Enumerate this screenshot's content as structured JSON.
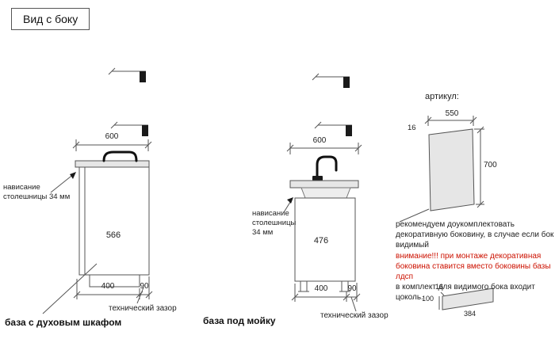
{
  "title": "Вид с боку",
  "left_cabinet": {
    "label": "база с духовым шкафом",
    "dim_top": "600",
    "overhang": "нависание\nстолешницы 34 мм",
    "dim_inner": "566",
    "dim_bottom_main": "400",
    "dim_bottom_gap": "90",
    "gap_label": "технический зазор"
  },
  "middle_cabinet": {
    "label": "база под мойку",
    "dim_top": "600",
    "overhang": "нависание\nстолешницы\n34 мм",
    "dim_inner": "476",
    "dim_bottom_main": "400",
    "dim_bottom_gap": "90",
    "gap_label": "технический зазор"
  },
  "side_panel": {
    "heading": "артикул:",
    "dim_width": "550",
    "dim_thickness": "16",
    "dim_height": "700",
    "note_black_1": "рекомендуем доукомплектовать декоративную боковину, в случае если бок видимый",
    "note_red": "внимание!!! при монтаже декоративная боковина ставится вместо боковины базы лдсп",
    "note_black_2": "в комплект для видимого бока входит цоколь."
  },
  "plinth": {
    "dim_thickness": "16",
    "dim_height": "100",
    "dim_length": "384"
  },
  "colors": {
    "warning_red": "#cc1100",
    "line_gray": "#555555"
  }
}
